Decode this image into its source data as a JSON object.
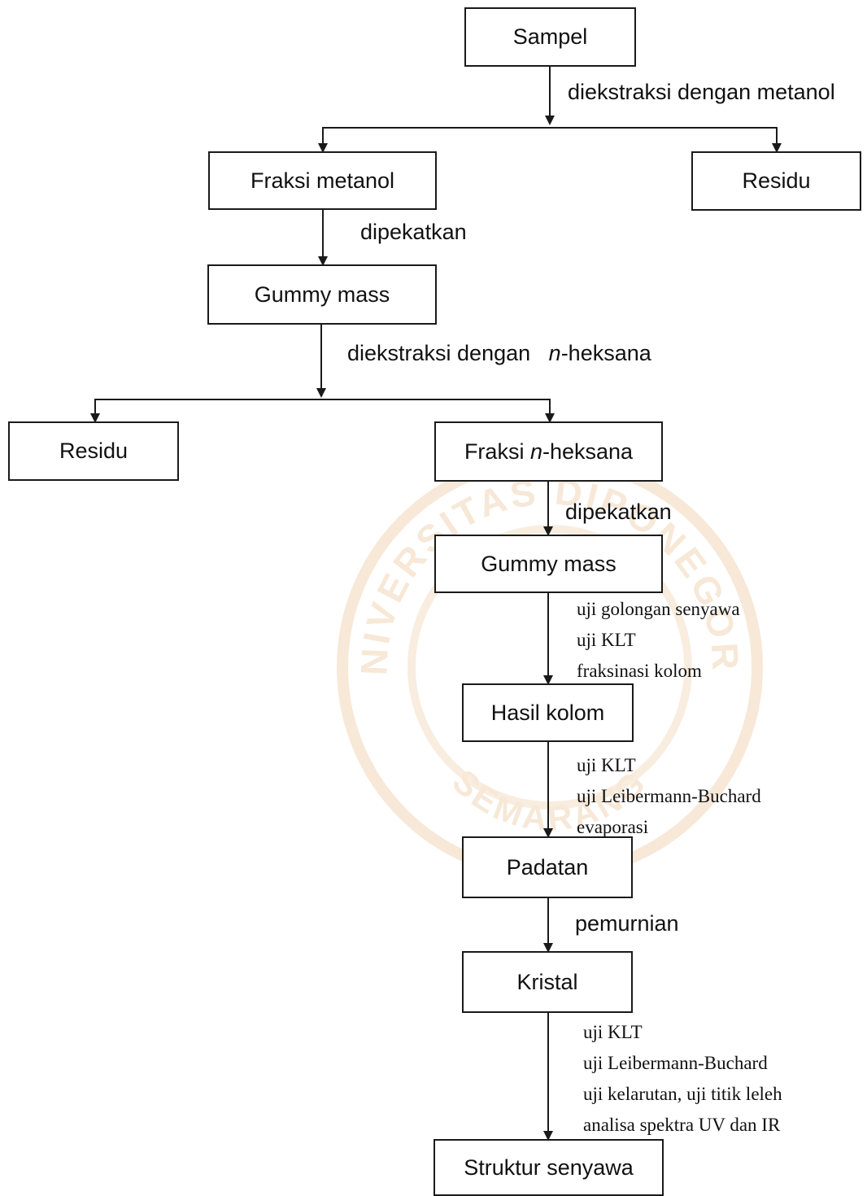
{
  "nodes": {
    "sampel": "Sampel",
    "fraksi_metanol": "Fraksi metanol",
    "residu_1": "Residu",
    "gummy_mass_1": "Gummy mass",
    "residu_2": "Residu",
    "fraksi_nheksana_prefix": "Fraksi ",
    "fraksi_nheksana_italic": "n",
    "fraksi_nheksana_suffix": "-heksana",
    "gummy_mass_2": "Gummy mass",
    "hasil_kolom": "Hasil kolom",
    "padatan": "Padatan",
    "kristal": "Kristal",
    "struktur_senyawa": "Struktur senyawa"
  },
  "edge_labels": {
    "ekstraksi_metanol": "diekstraksi dengan metanol",
    "dipekatkan_1": "dipekatkan",
    "ekstraksi_heksana_prefix": "diekstraksi dengan ",
    "ekstraksi_heksana_italic": "n",
    "ekstraksi_heksana_suffix": "-heksana",
    "dipekatkan_2": "dipekatkan",
    "pemurnian": "pemurnian"
  },
  "step_notes": {
    "after_gummy_mass": [
      "uji golongan senyawa",
      "uji KLT",
      "fraksinasi kolom"
    ],
    "after_hasil_kolom": [
      "uji KLT",
      "uji Leibermann-Buchard",
      "evaporasi"
    ],
    "after_kristal": [
      "uji KLT",
      "uji Leibermann-Buchard",
      "uji kelarutan, uji titik leleh",
      "analisa spektra UV dan IR"
    ]
  },
  "watermark": {
    "text_top": "UNIVERSITAS DIPONEGORO",
    "text_bottom": "SEMARANG"
  },
  "colors": {
    "line": "#1a1a1a",
    "watermark": "#f2d6b8"
  }
}
